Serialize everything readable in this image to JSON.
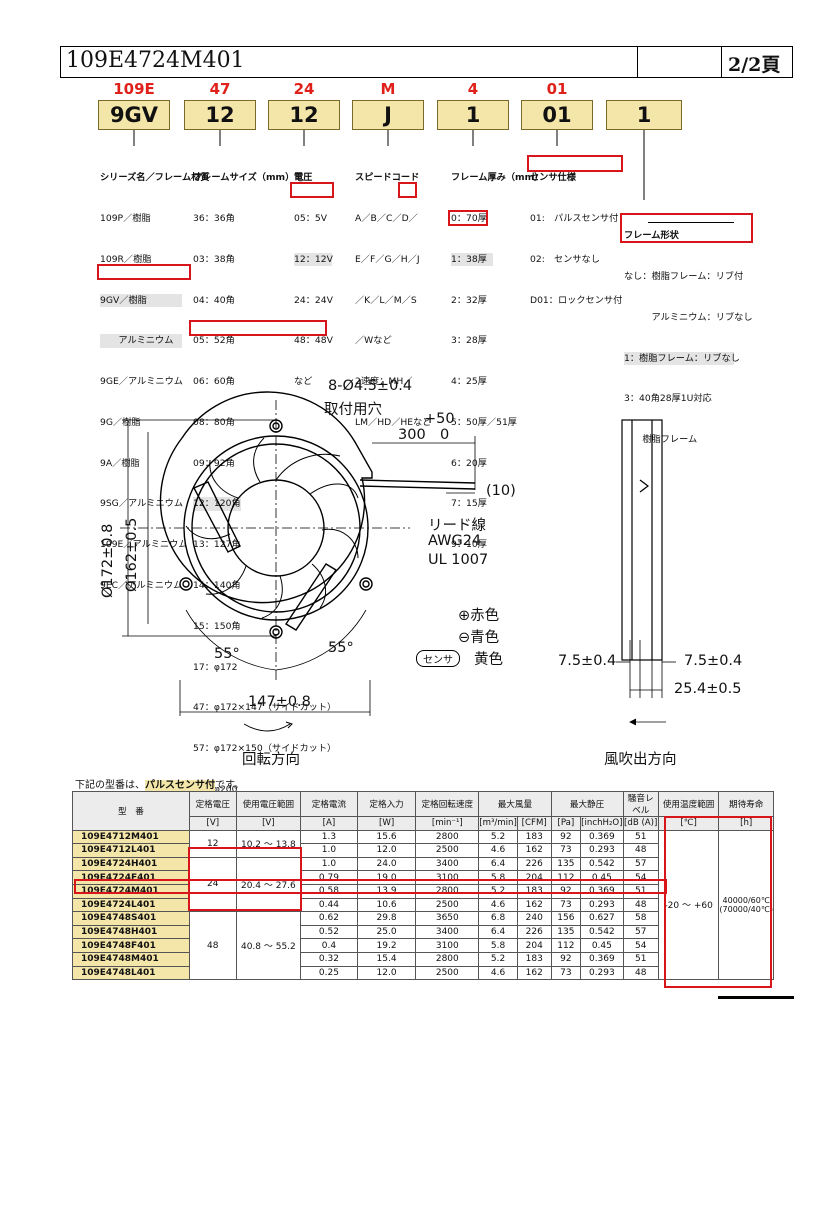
{
  "header": {
    "title": "109E4724M401",
    "page": "2/2頁"
  },
  "codes": [
    {
      "red": "109E",
      "box": "9GV"
    },
    {
      "red": "47",
      "box": "12"
    },
    {
      "red": "24",
      "box": "12"
    },
    {
      "red": "M",
      "box": "J"
    },
    {
      "red": "4",
      "box": "1"
    },
    {
      "red": "01",
      "box": "01"
    },
    {
      "red": "",
      "box": "1"
    }
  ],
  "legend": {
    "series": {
      "heading": "シリーズ名／フレーム材質",
      "items": [
        "109P／樹脂",
        "109R／樹脂",
        "9GV／樹脂",
        "　　アルミニウム",
        "9GE／アルミニウム",
        "9G／樹脂",
        "9A／樹脂",
        "9SG／アルミニウム",
        "109E／アルミニウム",
        "9EC／アルミニウム"
      ]
    },
    "frame_size": {
      "heading": "フレームサイズ（mm）",
      "items": [
        "36：36角",
        "03：38角",
        "04：40角",
        "05：52角",
        "06：60角",
        "08：80角",
        "09：92角",
        "12：120角",
        "13：127角",
        "14：140角",
        "15：150角",
        "17：φ172",
        "47：φ172×147（サイドカット）",
        "57：φ172×150（サイドカット）",
        "20：φ200"
      ]
    },
    "voltage": {
      "heading": "電圧",
      "items": [
        "05：5V",
        "12：12V",
        "24：24V",
        "48：48V",
        "など"
      ]
    },
    "speed": {
      "heading": "スピードコード",
      "items": [
        "A／B／C／D／",
        "E／F／G／H／J",
        "／K／L／M／S",
        "／Wなど",
        "2速度：MH／",
        "LM／HD／HEなど"
      ]
    },
    "thickness": {
      "heading": "フレーム厚み（mm）",
      "items": [
        "0：70厚",
        "1：38厚",
        "2：32厚",
        "3：28厚",
        "4：25厚",
        "5：50厚／51厚",
        "6：20厚",
        "7：15厚",
        "9：10厚"
      ]
    },
    "sensor": {
      "heading": "センサ仕様",
      "items": [
        "01:　パルスセンサ付",
        "02:　センサなし",
        "D01：ロックセンサ付"
      ]
    },
    "frame_shape": {
      "heading": "フレーム形状",
      "items": [
        "なし：樹脂フレーム：リブ付",
        "　　　アルミニウム：リブなし",
        "1：樹脂フレーム：リブなし",
        "3：40角28厚1U対応",
        "　　樹脂フレーム"
      ]
    }
  },
  "drawing": {
    "holes": "8-Ø4.5±0.4",
    "holes_note": "取付用穴",
    "lead_tol": "+50",
    "lead_len": "300",
    "lead_tol2": "0",
    "strip": "(10)",
    "lead_wire": "リード線",
    "awg": "AWG24",
    "ul": "UL 1007",
    "dia_outer": "Ø172±0.8",
    "dia_inner": "Ø162±0.5",
    "angle1": "55°",
    "angle2": "55°",
    "width": "147±0.8",
    "plus_red": "⊕赤色",
    "minus_blue": "⊖青色",
    "sensor_tag": "センサ",
    "sensor_yellow": "黄色",
    "side1": "7.5±0.4",
    "side2": "7.5±0.4",
    "side3": "25.4±0.5",
    "rotation": "回転方向",
    "airflow": "風吹出方向"
  },
  "note": {
    "pre": "下記の型番は、",
    "highlight": "パルスセンサ付",
    "post": "です。"
  },
  "table": {
    "headers": [
      "型　番",
      "定格電圧",
      "使用電圧範囲",
      "定格電流",
      "定格入力",
      "定格回転速度",
      "最大風量",
      "最大静圧",
      "騒音レベル",
      "使用温度範囲",
      "期待寿命"
    ],
    "units": [
      "",
      "[V]",
      "[V]",
      "[A]",
      "[W]",
      "[min⁻¹]",
      "[m³/min]",
      "[CFM]",
      "[Pa]",
      "[inchH₂O]",
      "[dB (A)]",
      "[℃]",
      "[h]"
    ],
    "rows": [
      [
        "109E4712M401",
        "1.3",
        "15.6",
        "2800",
        "5.2",
        "183",
        "92",
        "0.369",
        "51"
      ],
      [
        "109E4712L401",
        "1.0",
        "12.0",
        "2500",
        "4.6",
        "162",
        "73",
        "0.293",
        "48"
      ],
      [
        "109E4724H401",
        "1.0",
        "24.0",
        "3400",
        "6.4",
        "226",
        "135",
        "0.542",
        "57"
      ],
      [
        "109E4724F401",
        "0.79",
        "19.0",
        "3100",
        "5.8",
        "204",
        "112",
        "0.45",
        "54"
      ],
      [
        "109E4724M401",
        "0.58",
        "13.9",
        "2800",
        "5.2",
        "183",
        "92",
        "0.369",
        "51"
      ],
      [
        "109E4724L401",
        "0.44",
        "10.6",
        "2500",
        "4.6",
        "162",
        "73",
        "0.293",
        "48"
      ],
      [
        "109E4748S401",
        "0.62",
        "29.8",
        "3650",
        "6.8",
        "240",
        "156",
        "0.627",
        "58"
      ],
      [
        "109E4748H401",
        "0.52",
        "25.0",
        "3400",
        "6.4",
        "226",
        "135",
        "0.542",
        "57"
      ],
      [
        "109E4748F401",
        "0.4",
        "19.2",
        "3100",
        "5.8",
        "204",
        "112",
        "0.45",
        "54"
      ],
      [
        "109E4748M401",
        "0.32",
        "15.4",
        "2800",
        "5.2",
        "183",
        "92",
        "0.369",
        "51"
      ],
      [
        "109E4748L401",
        "0.25",
        "12.0",
        "2500",
        "4.6",
        "162",
        "73",
        "0.293",
        "48"
      ]
    ],
    "groups": [
      {
        "voltage": "12",
        "range": "10.2 ～ 13.8"
      },
      {
        "voltage": "24",
        "range": "20.4 ～ 27.6"
      },
      {
        "voltage": "48",
        "range": "40.8 ～ 55.2"
      }
    ],
    "temp": "-20 ～ +60",
    "life1": "40000/60℃",
    "life2": "(70000/40℃)"
  }
}
